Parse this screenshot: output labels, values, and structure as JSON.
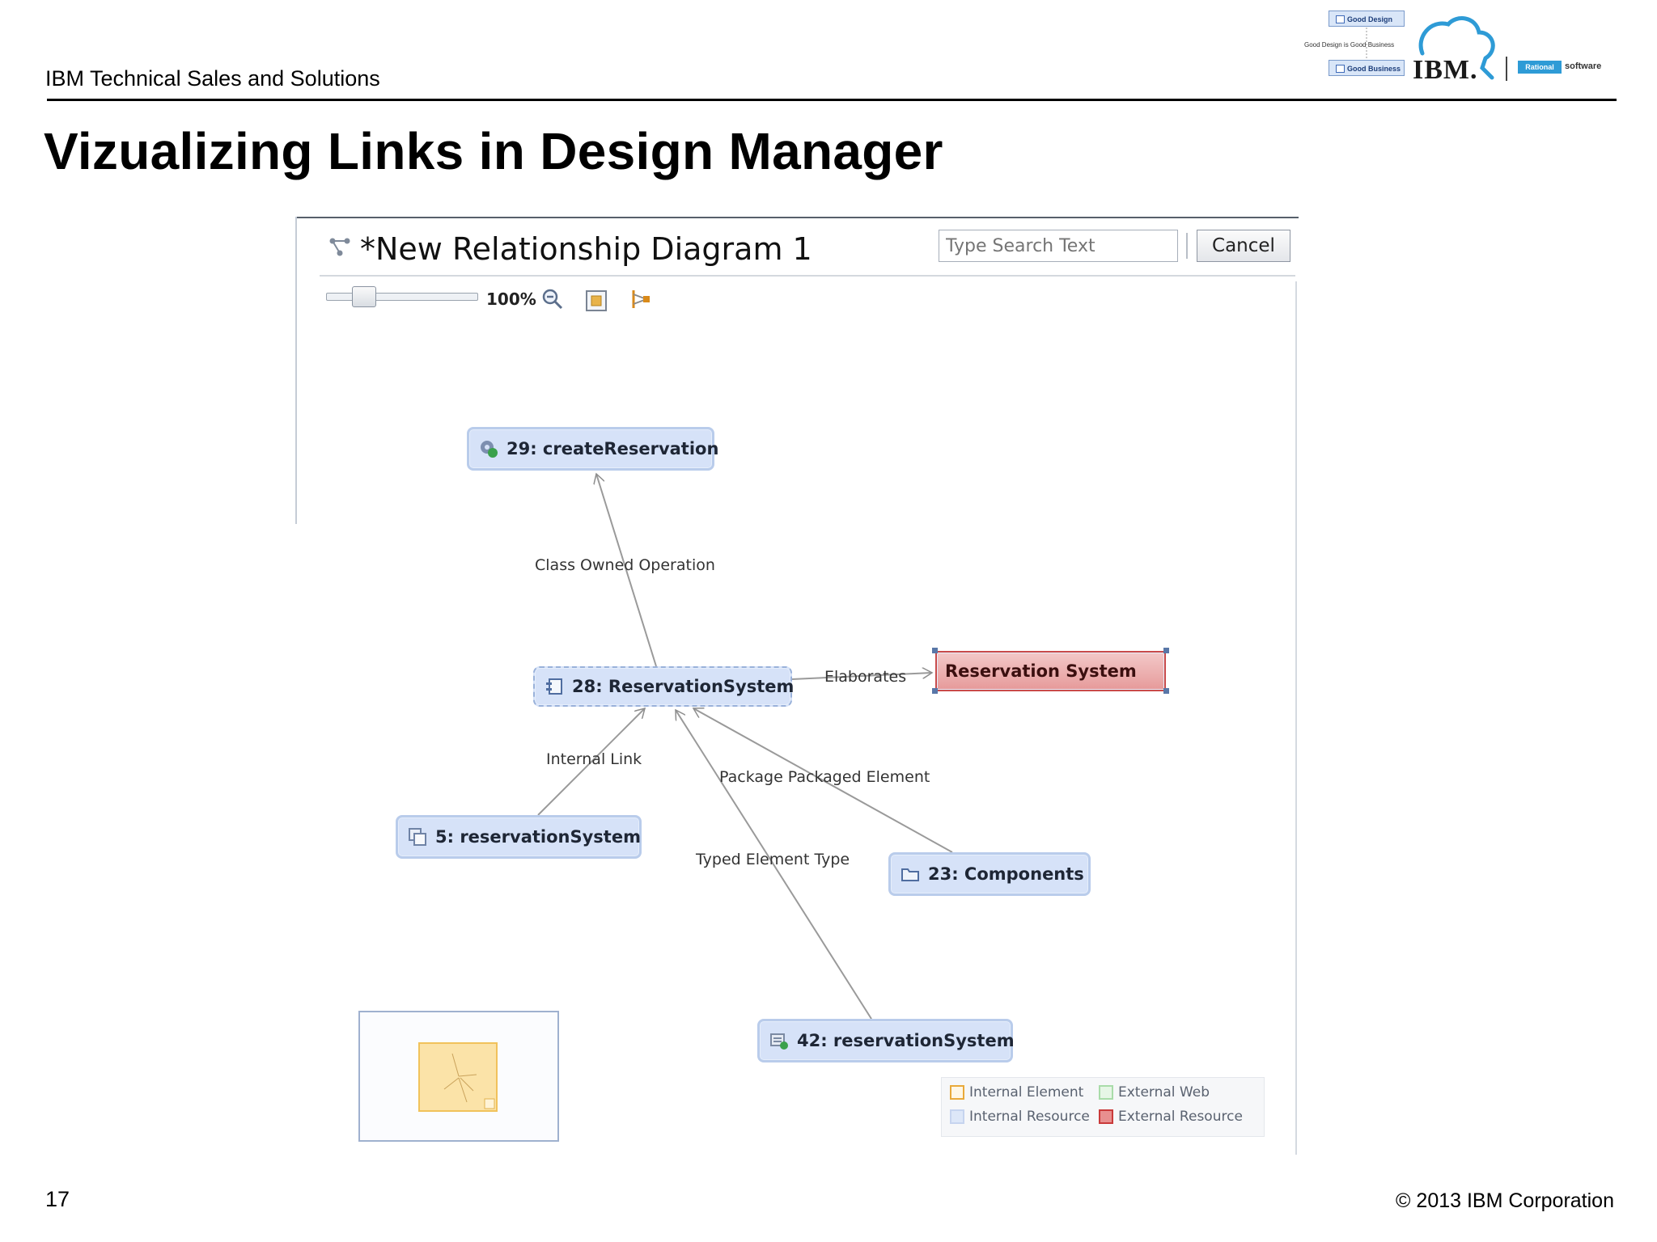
{
  "slide": {
    "header": "IBM Technical Sales and Solutions",
    "title": "Vizualizing Links in Design Manager",
    "page_number": "17",
    "copyright": "© 2013 IBM Corporation"
  },
  "logo": {
    "top_box": "Good Design",
    "middle_text": "Good Design is Good Business",
    "bottom_box": "Good Business",
    "ibm": "IBM.",
    "badge": "Rational",
    "software": "software"
  },
  "colors": {
    "node_fill": "#d6e2f8",
    "external_resource_fill": "#e69a9a",
    "edge": "#9a9a9a"
  },
  "app": {
    "diagram_title": "*New Relationship Diagram 1",
    "search_placeholder": "Type Search Text",
    "cancel_label": "Cancel",
    "zoom_level": "100%",
    "icons": [
      "relationship-diagram-icon",
      "zoom-out-icon",
      "fit-to-window-icon",
      "layout-icon"
    ]
  },
  "diagram": {
    "nodes": {
      "create_reservation": "29: createReservation",
      "reservation_system_28": "28: ReservationSystem",
      "reservation_system_ext": "Reservation System",
      "reservation_system_5": "5: reservationSystem",
      "components": "23: Components",
      "reservation_system_42": "42: reservationSystem"
    },
    "edges": {
      "class_owned_operation": "Class Owned Operation",
      "elaborates": "Elaborates",
      "internal_link": "Internal Link",
      "package_packaged_element": "Package Packaged Element",
      "typed_element_type": "Typed Element Type"
    }
  },
  "legend": {
    "internal_element": "Internal Element",
    "external_web": "External Web",
    "internal_resource": "Internal Resource",
    "external_resource": "External Resource"
  }
}
